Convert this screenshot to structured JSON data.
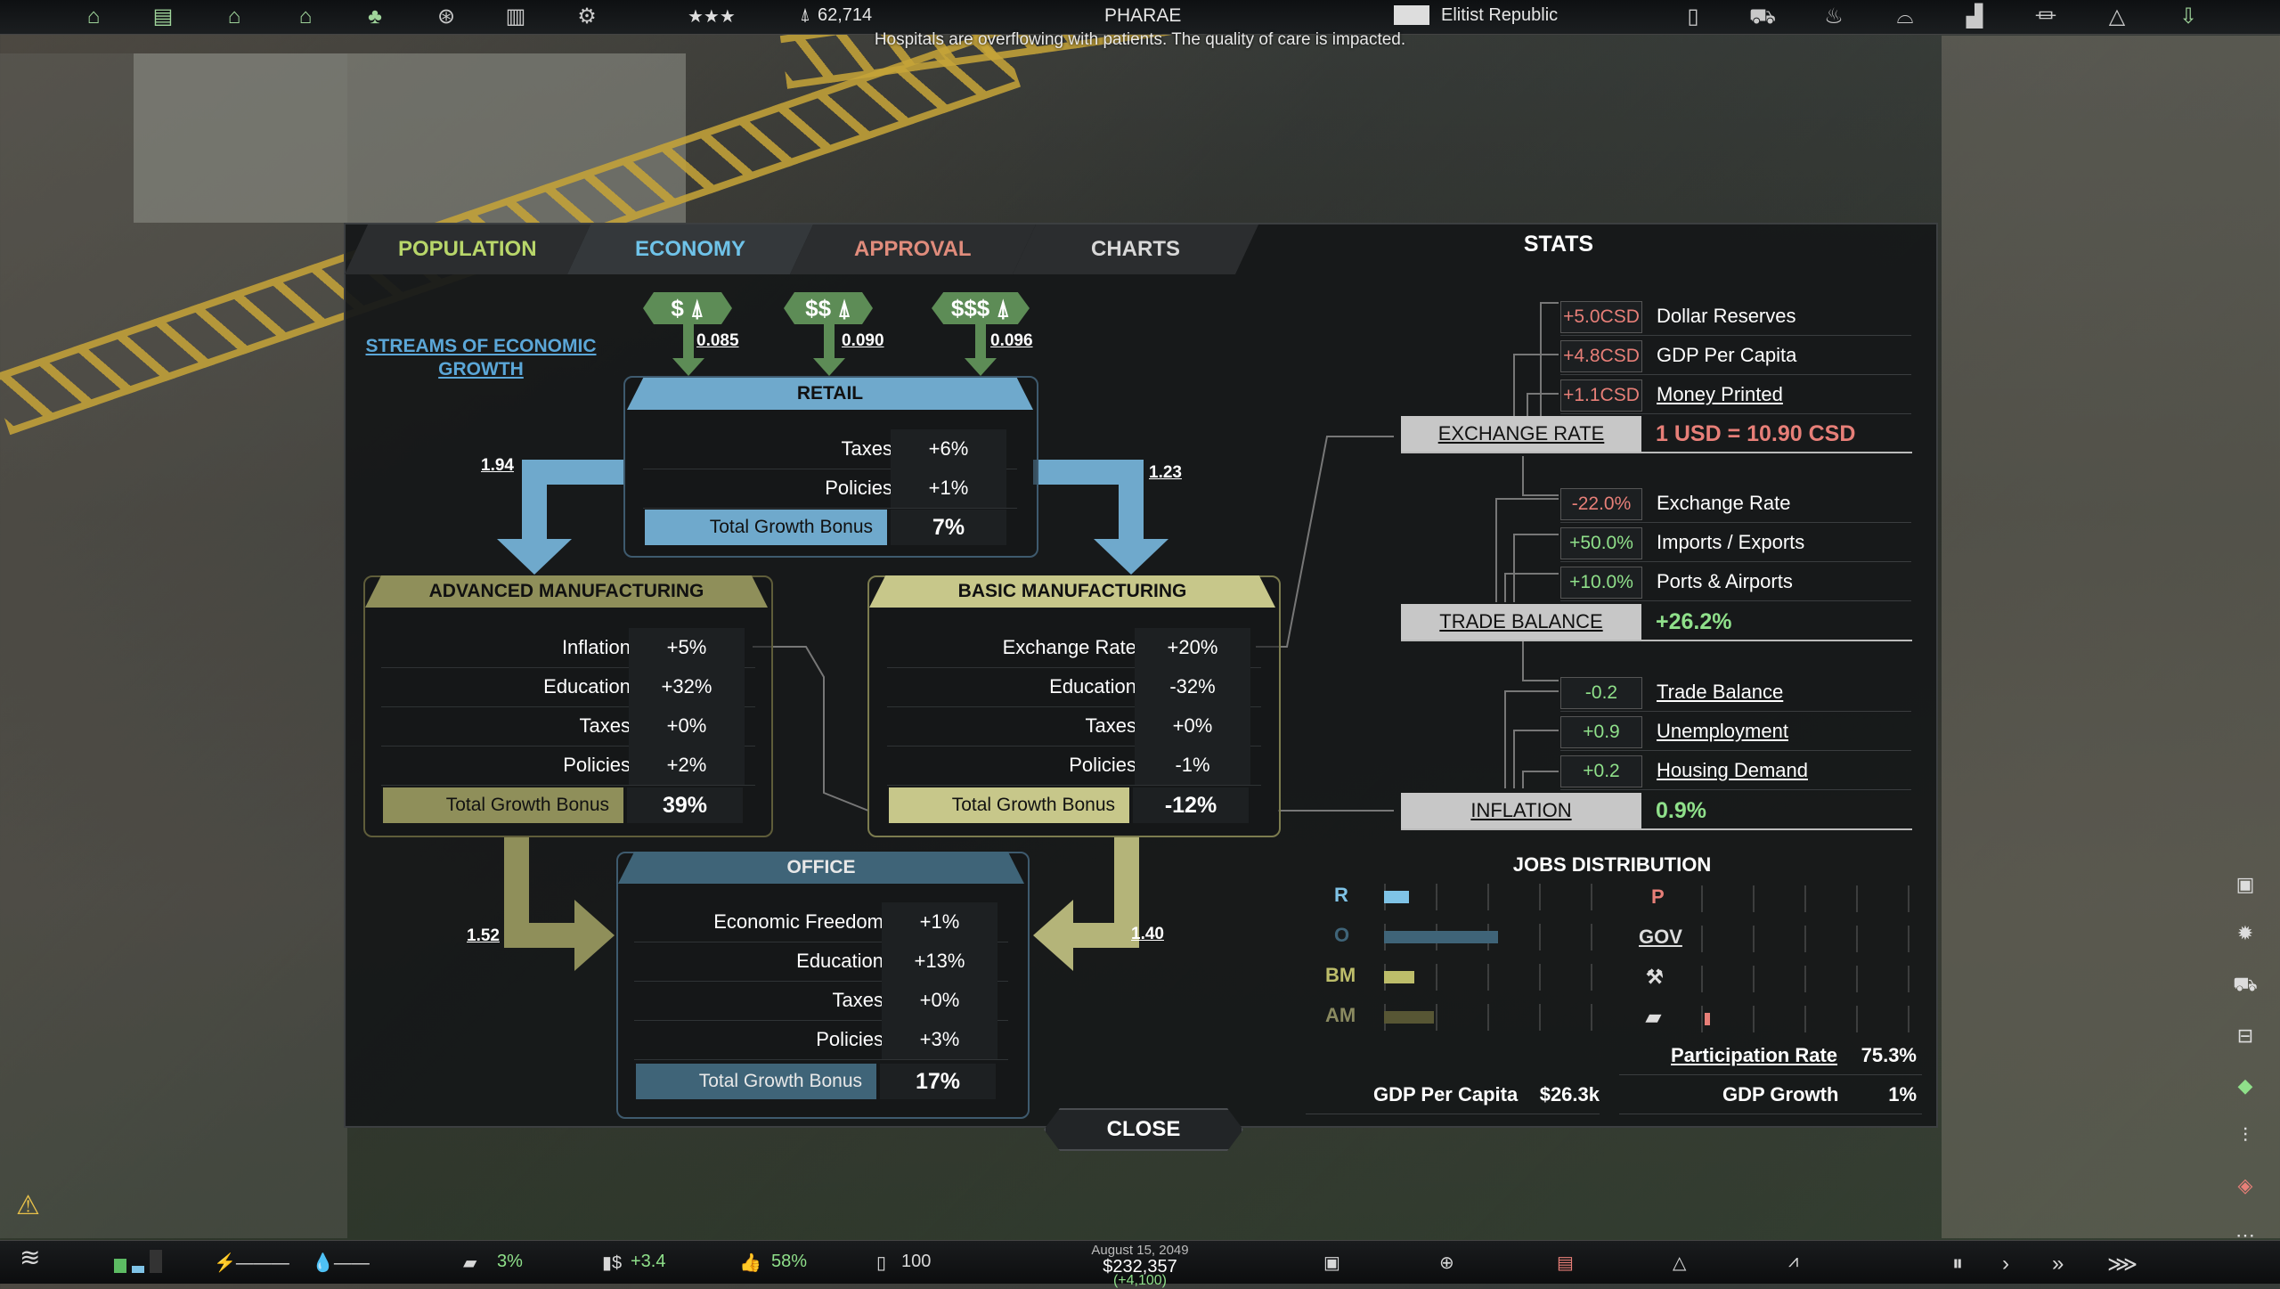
{
  "topbar": {
    "stars": "★★★",
    "population": "62,714",
    "city_name": "PHARAE",
    "government": "Elitist Republic",
    "notice": "Hospitals are overflowing with patients. The quality of care is impacted.",
    "left_icons": [
      "residential-icon",
      "commercial-icon",
      "industrial-icon",
      "services-icon",
      "agriculture-icon",
      "wheel-icon",
      "buildings-icon",
      "factory-icon"
    ],
    "right_icons": [
      "building-icon",
      "transport-icon",
      "utilities-icon",
      "bridge-icon",
      "factory-icon",
      "bank-icon",
      "triangle-icon",
      "import-icon"
    ]
  },
  "tabs": [
    {
      "label": "POPULATION",
      "color": "#b8d66a"
    },
    {
      "label": "ECONOMY",
      "color": "#6fc3e9"
    },
    {
      "label": "APPROVAL",
      "color": "#e08c7c"
    },
    {
      "label": "CHARTS",
      "color": "#d8d8d8"
    }
  ],
  "stats_title": "STATS",
  "streams": {
    "title": "STREAMS OF ECONOMIC GROWTH",
    "tiers": [
      {
        "label": "$",
        "value": "0.085"
      },
      {
        "label": "$$",
        "value": "0.090"
      },
      {
        "label": "$$$",
        "value": "0.096"
      }
    ],
    "flow_left_top": "1.94",
    "flow_right_top": "1.23",
    "flow_left_bottom": "1.52",
    "flow_right_bottom": "1.40"
  },
  "retail": {
    "title": "RETAIL",
    "rows": [
      {
        "label": "Taxes",
        "value": "+6%"
      },
      {
        "label": "Policies",
        "value": "+1%"
      }
    ],
    "total_label": "Total Growth Bonus",
    "total_value": "7%"
  },
  "adv": {
    "title": "ADVANCED MANUFACTURING",
    "rows": [
      {
        "label": "Inflation",
        "value": "+5%"
      },
      {
        "label": "Education",
        "value": "+32%"
      },
      {
        "label": "Taxes",
        "value": "+0%"
      },
      {
        "label": "Policies",
        "value": "+2%"
      }
    ],
    "total_label": "Total Growth Bonus",
    "total_value": "39%"
  },
  "basic": {
    "title": "BASIC MANUFACTURING",
    "rows": [
      {
        "label": "Exchange Rate",
        "value": "+20%"
      },
      {
        "label": "Education",
        "value": "-32%"
      },
      {
        "label": "Taxes",
        "value": "+0%"
      },
      {
        "label": "Policies",
        "value": "-1%"
      }
    ],
    "total_label": "Total Growth Bonus",
    "total_value": "-12%"
  },
  "office": {
    "title": "OFFICE",
    "rows": [
      {
        "label": "Economic Freedom",
        "value": "+1%"
      },
      {
        "label": "Education",
        "value": "+13%"
      },
      {
        "label": "Taxes",
        "value": "+0%"
      },
      {
        "label": "Policies",
        "value": "+3%"
      }
    ],
    "total_label": "Total Growth Bonus",
    "total_value": "17%"
  },
  "stats": {
    "exchange_inputs": [
      {
        "value": "+5.0CSD",
        "label": "Dollar Reserves",
        "color": "#e77f78"
      },
      {
        "value": "+4.8CSD",
        "label": "GDP Per Capita",
        "color": "#e77f78"
      },
      {
        "value": "+1.1CSD",
        "label": "Money Printed",
        "color": "#e77f78"
      }
    ],
    "exchange_rate_label": "EXCHANGE RATE",
    "exchange_rate_value": "1 USD = 10.90 CSD",
    "trade_inputs": [
      {
        "value": "-22.0%",
        "label": "Exchange Rate",
        "color": "#e77f78"
      },
      {
        "value": "+50.0%",
        "label": "Imports / Exports",
        "color": "#8fe08a"
      },
      {
        "value": "+10.0%",
        "label": "Ports & Airports",
        "color": "#8fe08a"
      }
    ],
    "trade_balance_label": "TRADE BALANCE",
    "trade_balance_value": "+26.2%",
    "inflation_inputs": [
      {
        "value": "-0.2",
        "label": "Trade Balance",
        "color": "#8fe08a"
      },
      {
        "value": "+0.9",
        "label": "Unemployment",
        "color": "#8fe08a"
      },
      {
        "value": "+0.2",
        "label": "Housing Demand",
        "color": "#8fe08a"
      }
    ],
    "inflation_label": "INFLATION",
    "inflation_value": "0.9%"
  },
  "jobs": {
    "title": "JOBS DISTRIBUTION",
    "left": [
      {
        "label": "R",
        "color": "#7fc3e6",
        "fill": 0.12
      },
      {
        "label": "O",
        "color": "#3f6478",
        "fill": 0.55
      },
      {
        "label": "BM",
        "color": "#bdbd6a",
        "fill": 0.14
      },
      {
        "label": "AM",
        "color": "#575634",
        "fill": 0.24
      }
    ],
    "right_p": "P",
    "right_gov": "GOV",
    "participation_label": "Participation Rate",
    "participation_value": "75.3%",
    "gdp_pc_label": "GDP Per Capita",
    "gdp_pc_value": "$26.3k",
    "gdp_growth_label": "GDP Growth",
    "gdp_growth_value": "1%"
  },
  "close_label": "CLOSE",
  "bottombar": {
    "unemployment": "3%",
    "income": "+3.4",
    "approval": "58%",
    "education": "100",
    "date": "August 15, 2049",
    "money": "$232,357",
    "money_delta": "(+4,100)"
  }
}
